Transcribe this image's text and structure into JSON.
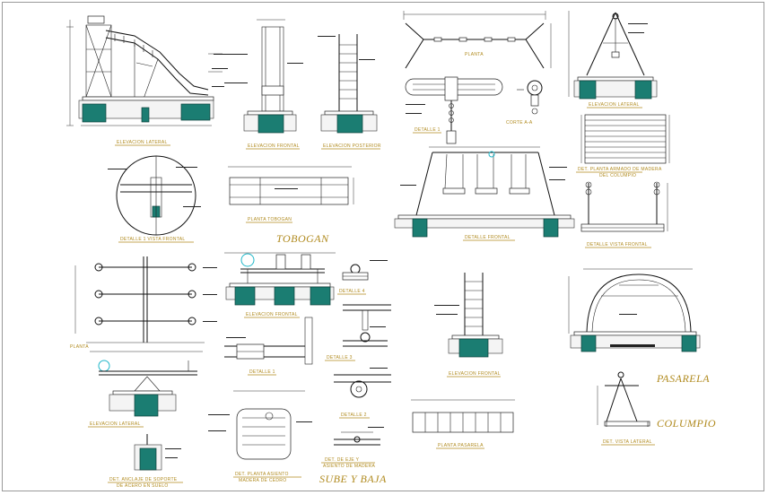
{
  "sections": {
    "tobogan": "TOBOGAN",
    "pasarela": "PASARELA",
    "columpio": "COLUMPIO",
    "sube_y_baja": "SUBE Y BAJA"
  },
  "labels": {
    "elev_lateral_top": "ELEVACION LATERAL",
    "elev_frontal": "ELEVACION FRONTAL",
    "elev_posterior": "ELEVACION POSTERIOR",
    "planta": "PLANTA",
    "detalle1": "DETALLE 1",
    "corte_aa": "CORTE A-A",
    "elev_lateral_right": "ELEVACION LATERAL",
    "det_plantarmado": "DET. PLANTA ARMADO DE MADERA",
    "del_columpio": "DEL COLUMPIO",
    "detalle_vista_frontal_l": "DETALLE 1 VISTA FRONTAL",
    "planta_tobogan": "PLANTA TOBOGAN",
    "detalle_frontal_mid": "DETALLE FRONTAL",
    "detalle_vista_frontal_r": "DETALLE VISTA FRONTAL",
    "planta_bottom": "PLANTA",
    "elev_frontal_sube": "ELEVACION FRONTAL",
    "detalle1_bottom": "DETALLE 1",
    "detalle2": "DETALLE 2",
    "detalle3": "DETALLE 3",
    "detalle4": "DETALLE 4",
    "elev_lateral_bottom": "ELEVACION LATERAL",
    "elev_frontal_ladder": "ELEVACION FRONTAL",
    "det_anclaje": "DET. ANCLAJE DE SOPORTE",
    "det_anclaje2": "DE ACERO EN SUELO",
    "det_planta_asiento": "DET. PLANTA ASIENTO",
    "det_planta_asiento2": "MADERA DE CEDRO",
    "det_eje": "DET. DE EJE Y",
    "det_eje2": "ASIENTO DE MADERA",
    "planta_pasarela": "PLANTA PASARELA",
    "det_vista_lateral": "DET. VISTA LATERAL"
  }
}
